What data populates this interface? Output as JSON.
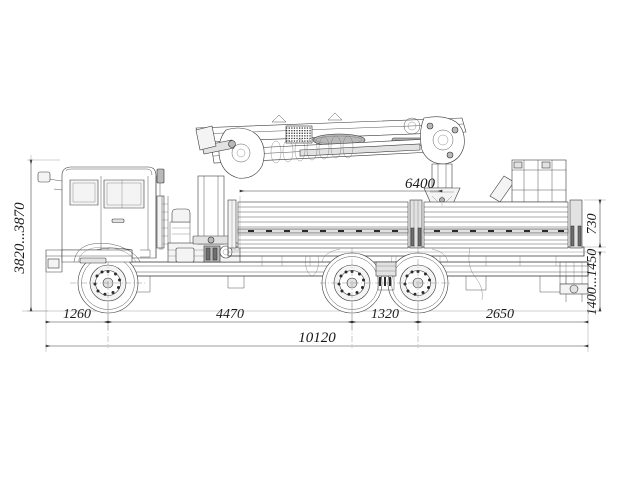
{
  "drawing": {
    "type": "vehicle-side-elevation",
    "subject": "Truck-mounted knuckle boom crane, side view general arrangement drawing",
    "background_color": "#ffffff",
    "line_color": "#2b2b2b",
    "dimensions": {
      "height_overall": {
        "label": "3820...3870",
        "position": "left-vertical",
        "orientation": "rotated-90",
        "unit": "mm"
      },
      "crane_reach": {
        "label": "6400",
        "position": "upper-center",
        "orientation": "horizontal",
        "unit": "mm"
      },
      "side_board_height": {
        "label": "730",
        "position": "right-vertical-upper",
        "orientation": "rotated-90",
        "unit": "mm"
      },
      "bed_floor_height": {
        "label": "1400...1450",
        "position": "right-vertical-lower",
        "orientation": "rotated-90",
        "unit": "mm"
      },
      "front_overhang": {
        "label": "1260",
        "position": "bottom-chain-1",
        "unit": "mm"
      },
      "wheelbase": {
        "label": "4470",
        "position": "bottom-chain-2",
        "unit": "mm"
      },
      "bogie_spread": {
        "label": "1320",
        "position": "bottom-chain-3",
        "unit": "mm"
      },
      "rear_overhang": {
        "label": "2650",
        "position": "bottom-chain-4",
        "unit": "mm"
      },
      "length_overall": {
        "label": "10120",
        "position": "bottom-total",
        "unit": "mm"
      }
    },
    "components": [
      {
        "name": "cab",
        "label": "Truck cab"
      },
      {
        "name": "crane-column",
        "label": "Crane column and base"
      },
      {
        "name": "crane-boom",
        "label": "Folded knuckle boom"
      },
      {
        "name": "cargo-bed",
        "label": "Flatbed cargo body with drop sides"
      },
      {
        "name": "front-axle",
        "label": "Front steering axle"
      },
      {
        "name": "rear-bogie",
        "label": "Rear tandem bogie"
      },
      {
        "name": "rear-outrigger",
        "label": "Rear outrigger stabilizer"
      },
      {
        "name": "chassis-frame",
        "label": "Chassis frame rails"
      }
    ]
  }
}
